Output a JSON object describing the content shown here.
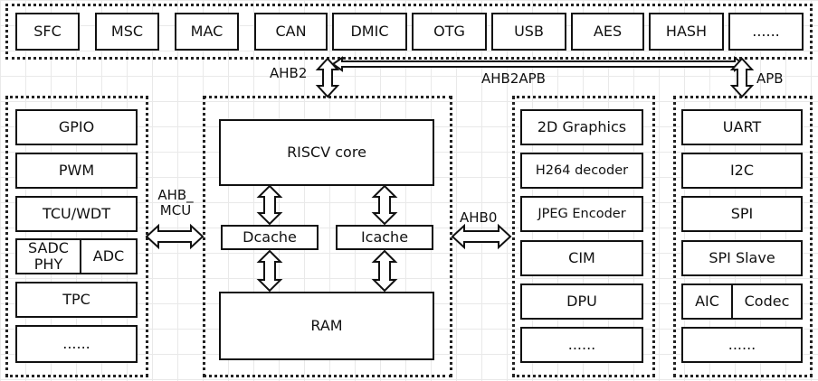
{
  "top_bus": {
    "modules": [
      "SFC",
      "MSC",
      "MAC",
      "CAN",
      "DMIC",
      "OTG",
      "USB",
      "AES",
      "HASH",
      "......"
    ]
  },
  "labels": {
    "ahb2": "AHB2",
    "ahb2apb": "AHB2APB",
    "apb": "APB",
    "ahb_mcu": "AHB_\nMCU",
    "ahb0": "AHB0"
  },
  "left_group": {
    "modules": [
      "GPIO",
      "PWM",
      "TCU/WDT"
    ],
    "split": {
      "left": "SADC\nPHY",
      "right": "ADC"
    },
    "modules_bottom": [
      "TPC",
      "......"
    ]
  },
  "center_group": {
    "core": "RISCV core",
    "dcache": "Dcache",
    "icache": "Icache",
    "ram": "RAM"
  },
  "media_group": {
    "modules": [
      "2D Graphics",
      "H264 decoder",
      "JPEG Encoder",
      "CIM",
      "DPU",
      "......"
    ]
  },
  "apb_group": {
    "modules": [
      "UART",
      "I2C",
      "SPI",
      "SPI Slave"
    ],
    "split": {
      "left": "AIC",
      "right": "Codec"
    },
    "modules_bottom": [
      "......"
    ]
  },
  "colors": {
    "line": "#111111",
    "grid": "#e9e9e9",
    "background": "#ffffff"
  }
}
